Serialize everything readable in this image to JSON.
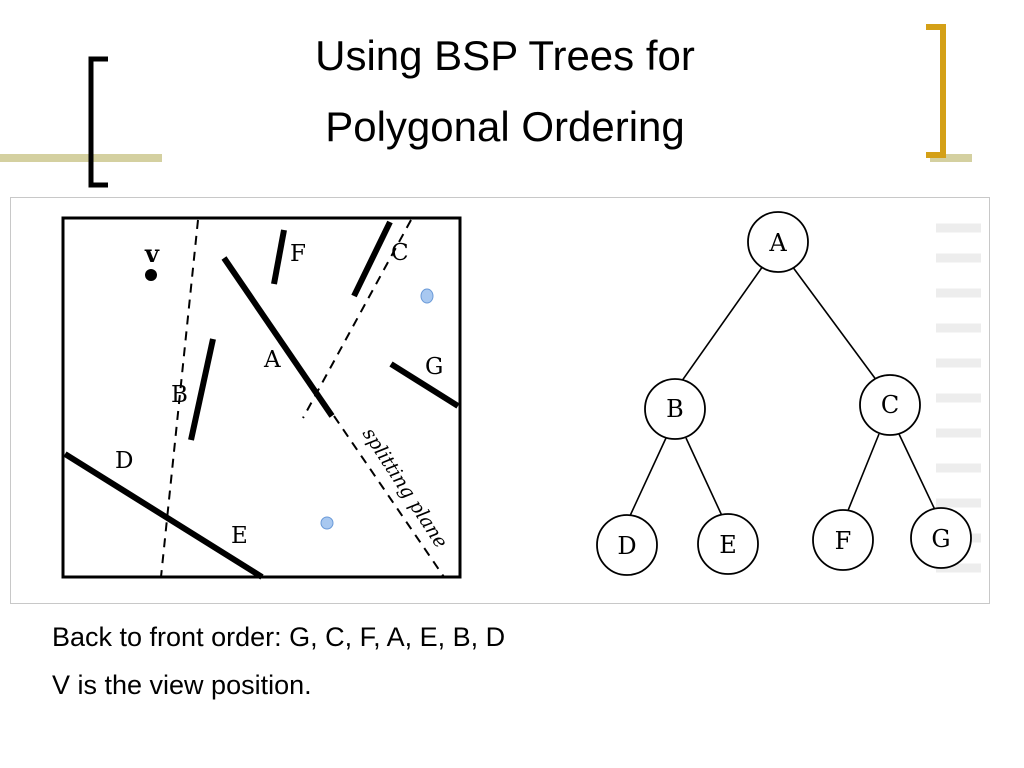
{
  "slide": {
    "title_line1": "Using BSP Trees for",
    "title_line2": "Polygonal Ordering",
    "accent_color": "#d4a017",
    "bar_color": "#d4d0a0"
  },
  "scene": {
    "viewpoint_label": "v",
    "polygons": [
      "A",
      "B",
      "C",
      "D",
      "E",
      "F",
      "G"
    ],
    "splitting_plane_label": "splitting plane"
  },
  "tree": {
    "root": "A",
    "level1": [
      "B",
      "C"
    ],
    "leaves": [
      "D",
      "E",
      "F",
      "G"
    ]
  },
  "caption": {
    "line1": "Back to front order: G, C, F, A, E, B, D",
    "line2": "V is the view position."
  }
}
